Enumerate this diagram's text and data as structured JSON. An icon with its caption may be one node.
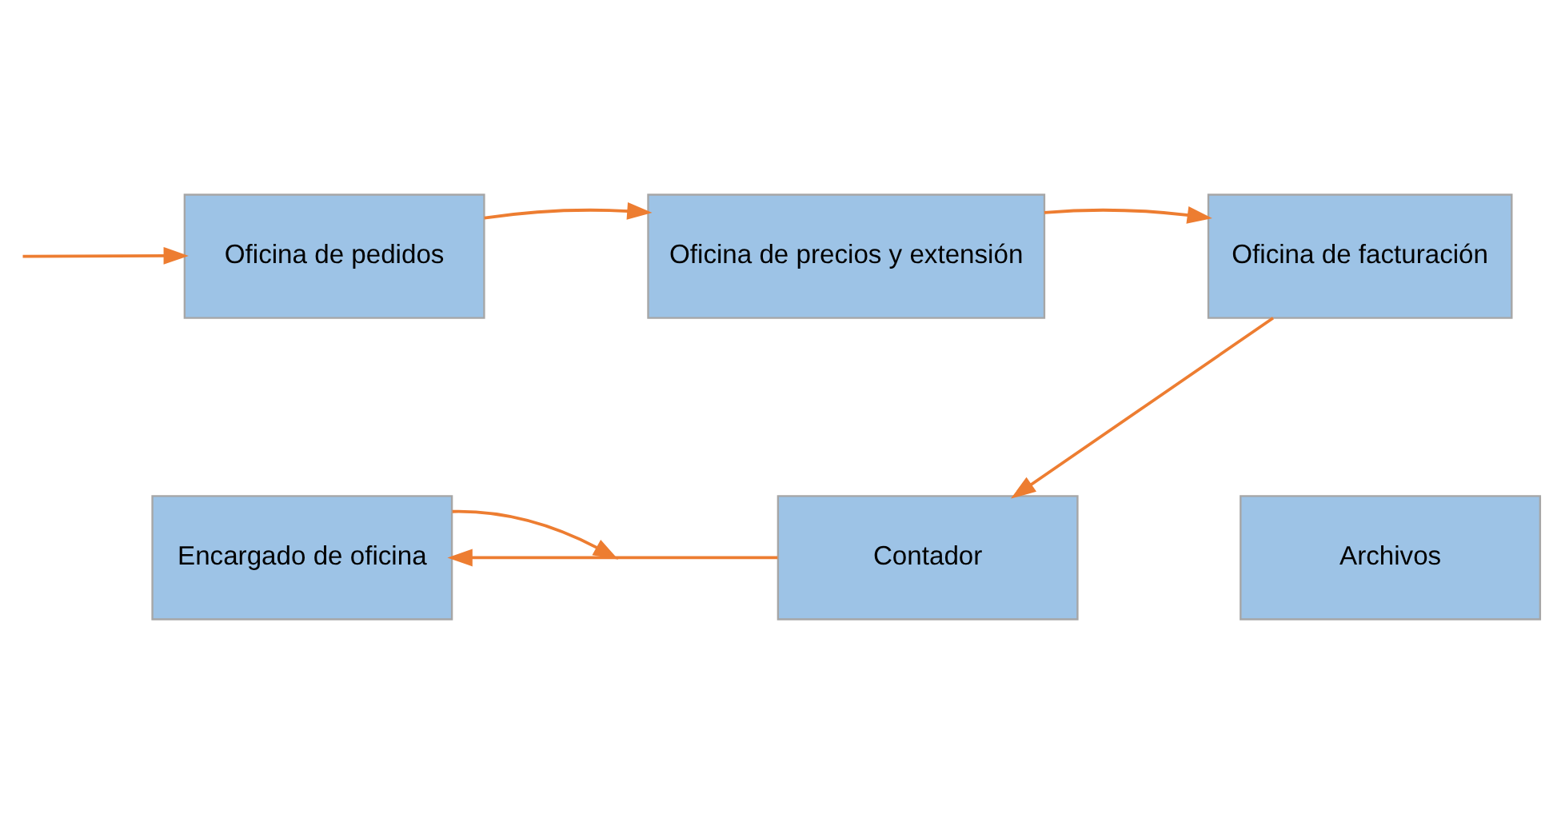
{
  "diagram": {
    "nodes": [
      {
        "text": [
          "Oficina de pedidos"
        ]
      },
      {
        "text": [
          "Oficina de precios y extensión"
        ]
      },
      {
        "text": [
          "Oficina de facturación"
        ]
      },
      {
        "text": [
          "Encargado de oficina"
        ]
      },
      {
        "text": [
          "Contador"
        ]
      },
      {
        "text": [
          "Archivos"
        ]
      }
    ],
    "edges": [
      {
        "from": null,
        "to": 0,
        "arrow": "to"
      },
      {
        "from": 0,
        "to": 1,
        "arrow": "to"
      },
      {
        "from": 1,
        "to": 2,
        "arrow": "to"
      },
      {
        "from": 2,
        "to": 4,
        "arrow": "to"
      },
      {
        "from": 4,
        "to": 3,
        "arrow": "to"
      },
      {
        "from": 3,
        "to": null,
        "arrow": "to"
      }
    ]
  }
}
